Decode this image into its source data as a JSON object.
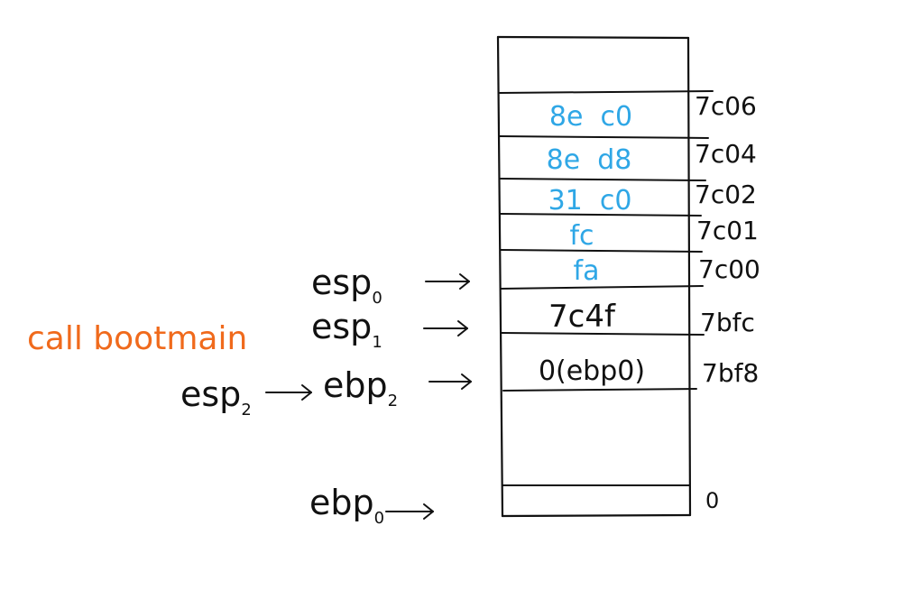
{
  "stack": {
    "rows": [
      {
        "content": "8e  c0",
        "address": "7c06",
        "content_color": "#2fa7e6"
      },
      {
        "content": "8e  d8",
        "address": "7c04",
        "content_color": "#2fa7e6"
      },
      {
        "content": "31  c0",
        "address": "7c02",
        "content_color": "#2fa7e6"
      },
      {
        "content": "fc",
        "address": "7c01",
        "content_color": "#2fa7e6"
      },
      {
        "content": "fa",
        "address": "7c00",
        "content_color": "#2fa7e6"
      },
      {
        "content": "7c4f",
        "address": "7bfc",
        "content_color": "#111111"
      },
      {
        "content": "0(ebp0)",
        "address": "7bf8",
        "content_color": "#111111"
      }
    ],
    "bottom_address": "0"
  },
  "pointers": {
    "esp0": {
      "text": "esp",
      "sub": "0"
    },
    "esp1": {
      "text": "esp",
      "sub": "1"
    },
    "ebp2": {
      "text": "ebp",
      "sub": "2"
    },
    "esp2": {
      "text": "esp",
      "sub": "2"
    },
    "ebp0": {
      "text": "ebp",
      "sub": "0"
    }
  },
  "annotation": {
    "text": "call bootmain",
    "color": "#f06a1c"
  },
  "ink_color": "#111111"
}
